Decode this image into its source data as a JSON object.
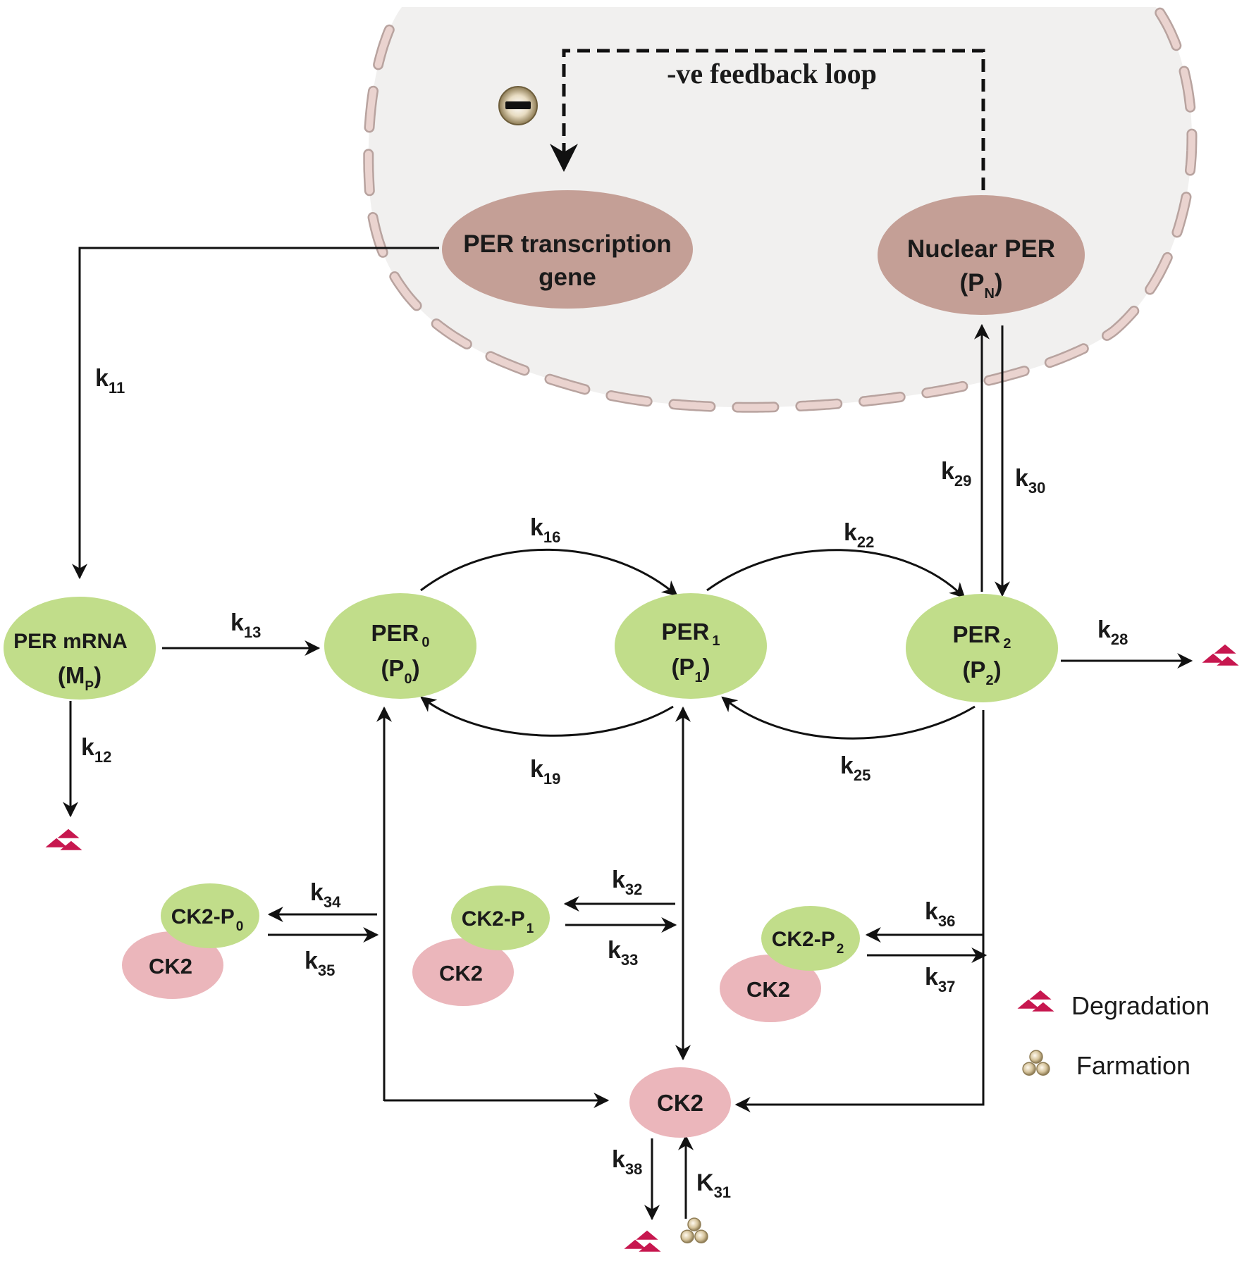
{
  "colors": {
    "nucleus_fill": "#f1f0ef",
    "membrane": "#ead3cf",
    "brown_node": "#c49f96",
    "green_node": "#c1dd8a",
    "pink_node": "#ebb6bb",
    "degradation": "#c7174f",
    "formation": "#c8b48a",
    "line": "#111111"
  },
  "feedback": {
    "label": "-ve feedback loop",
    "inhibit_icon": "minus-circle-icon"
  },
  "nodes": {
    "per_gene": {
      "line1": "PER transcription",
      "line2": "gene"
    },
    "nuclear_per": {
      "line1": "Nuclear PER",
      "line2_main": "(P",
      "line2_sub": "N",
      "line2_end": ")"
    },
    "mrna": {
      "line1": "PER mRNA",
      "line2_main": "(M",
      "line2_sub": "P",
      "line2_end": ")"
    },
    "per0": {
      "line1_main": "PER",
      "line1_sub": "0",
      "line2_main": "(P",
      "line2_sub": "0",
      "line2_end": ")"
    },
    "per1": {
      "line1_main": "PER",
      "line1_sub": "1",
      "line2_main": "(P",
      "line2_sub": "1",
      "line2_end": ")"
    },
    "per2": {
      "line1_main": "PER",
      "line1_sub": "2",
      "line2_main": "(P",
      "line2_sub": "2",
      "line2_end": ")"
    },
    "ck2_p0": {
      "main": "CK2-P",
      "sub": "0",
      "ck2": "CK2"
    },
    "ck2_p1": {
      "main": "CK2-P",
      "sub": "1",
      "ck2": "CK2"
    },
    "ck2_p2": {
      "main": "CK2-P",
      "sub": "2",
      "ck2": "CK2"
    },
    "ck2_free": {
      "label": "CK2"
    }
  },
  "rates": {
    "k11": {
      "main": "k",
      "sub": "11"
    },
    "k12": {
      "main": "k",
      "sub": "12"
    },
    "k13": {
      "main": "k",
      "sub": "13"
    },
    "k16": {
      "main": "k",
      "sub": "16"
    },
    "k19": {
      "main": "k",
      "sub": "19"
    },
    "k22": {
      "main": "k",
      "sub": "22"
    },
    "k25": {
      "main": "k",
      "sub": "25"
    },
    "k28": {
      "main": "k",
      "sub": "28"
    },
    "k29": {
      "main": "k",
      "sub": "29"
    },
    "k30": {
      "main": "k",
      "sub": "30"
    },
    "k31": {
      "main": "K",
      "sub": "31"
    },
    "k32": {
      "main": "k",
      "sub": "32"
    },
    "k33": {
      "main": "k",
      "sub": "33"
    },
    "k34": {
      "main": "k",
      "sub": "34"
    },
    "k35": {
      "main": "k",
      "sub": "35"
    },
    "k36": {
      "main": "k",
      "sub": "36"
    },
    "k37": {
      "main": "k",
      "sub": "37"
    },
    "k38": {
      "main": "k",
      "sub": "38"
    }
  },
  "legend": {
    "degradation": {
      "label": "Degradation",
      "icon": "degradation-icon"
    },
    "formation": {
      "label": "Farmation",
      "icon": "formation-icon"
    }
  }
}
